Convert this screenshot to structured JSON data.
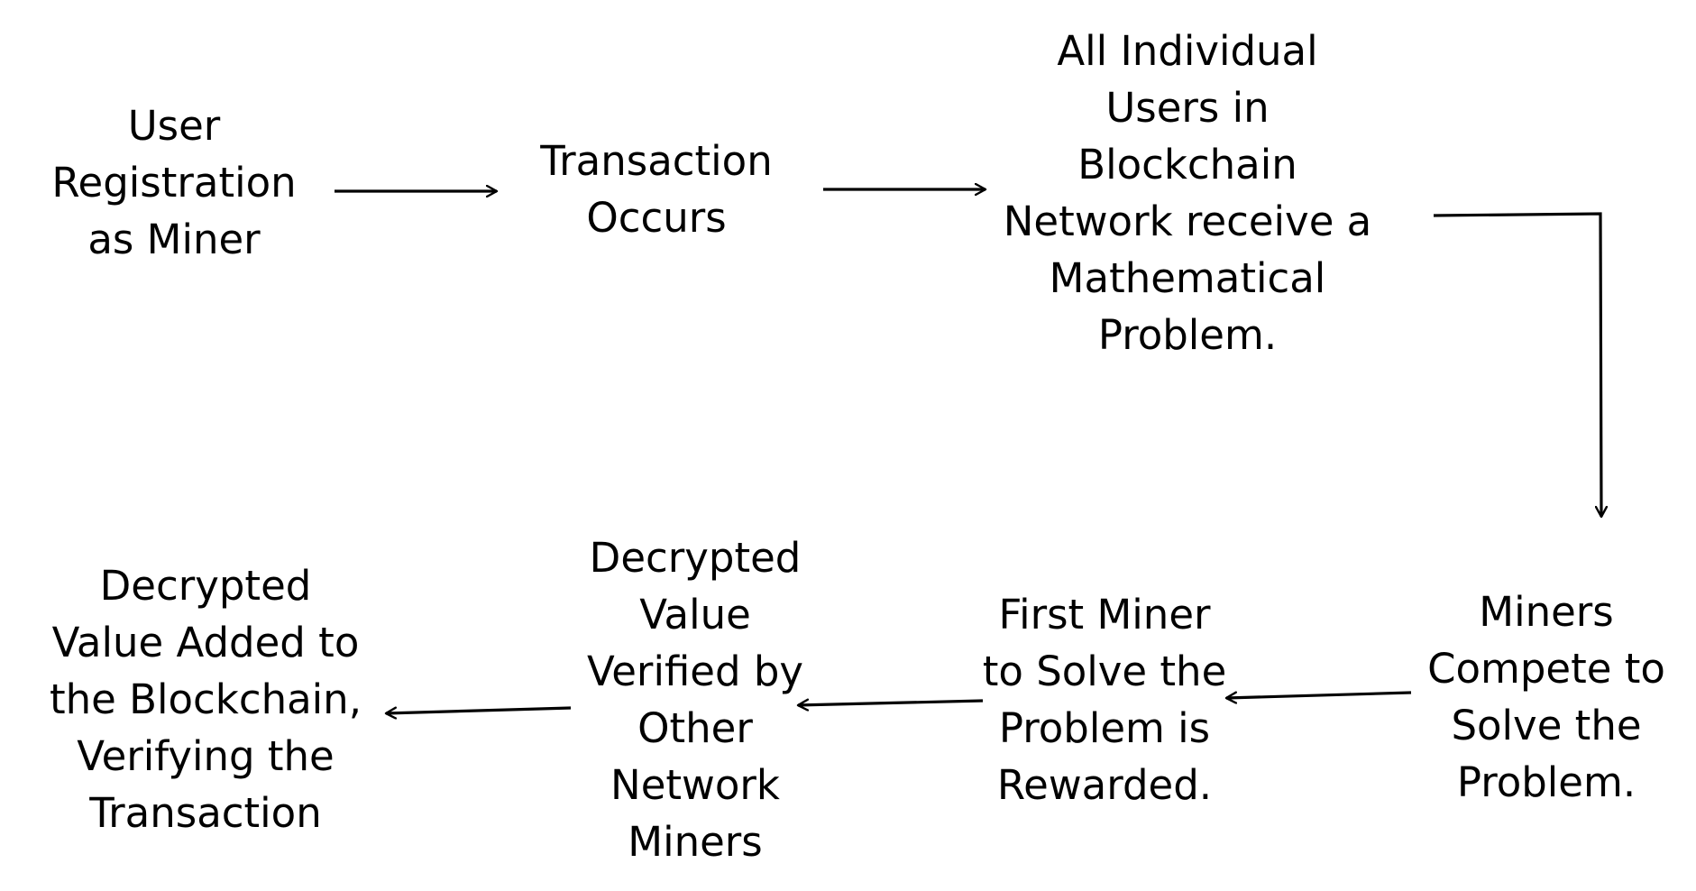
{
  "diagram": {
    "type": "flowchart",
    "steps": [
      {
        "id": "user-registration",
        "lines": [
          "User",
          "Registration",
          "as Miner"
        ]
      },
      {
        "id": "transaction-occurs",
        "lines": [
          "Transaction",
          "Occurs"
        ]
      },
      {
        "id": "users-receive-problem",
        "lines": [
          "All Individual",
          "Users in",
          "Blockchain",
          "Network receive a",
          "Mathematical",
          "Problem."
        ]
      },
      {
        "id": "miners-compete",
        "lines": [
          "Miners",
          "Compete to",
          "Solve the",
          "Problem."
        ]
      },
      {
        "id": "first-miner-rewarded",
        "lines": [
          "First Miner",
          "to Solve the",
          "Problem is",
          "Rewarded."
        ]
      },
      {
        "id": "value-verified",
        "lines": [
          "Decrypted",
          "Value",
          "Verified by",
          "Other",
          "Network",
          "Miners"
        ]
      },
      {
        "id": "value-added",
        "lines": [
          "Decrypted",
          "Value Added to",
          "the Blockchain,",
          "Verifying the",
          "Transaction"
        ]
      }
    ],
    "connections": [
      {
        "from": "user-registration",
        "to": "transaction-occurs"
      },
      {
        "from": "transaction-occurs",
        "to": "users-receive-problem"
      },
      {
        "from": "users-receive-problem",
        "to": "miners-compete"
      },
      {
        "from": "miners-compete",
        "to": "first-miner-rewarded"
      },
      {
        "from": "first-miner-rewarded",
        "to": "value-verified"
      },
      {
        "from": "value-verified",
        "to": "value-added"
      }
    ],
    "colors": {
      "text": "#000000",
      "line": "#000000",
      "background": "#ffffff"
    }
  }
}
